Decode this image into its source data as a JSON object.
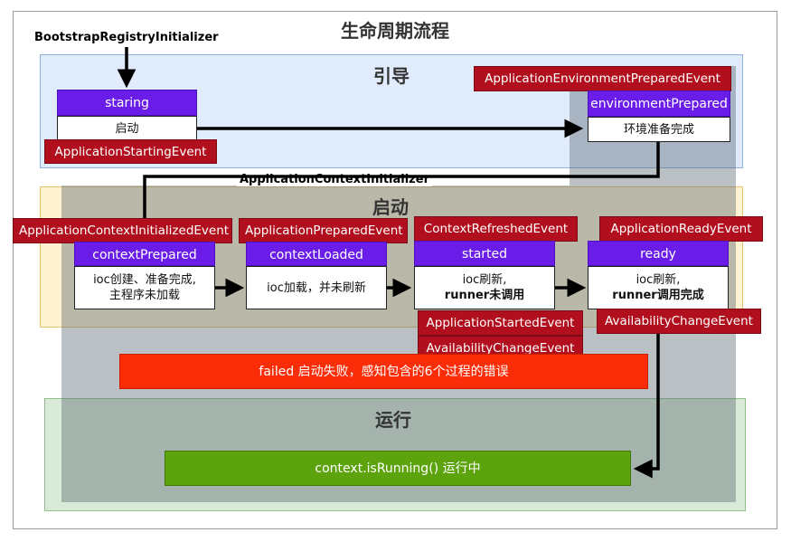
{
  "title": "生命周期流程",
  "labels": {
    "bootstrap_initializer": "BootstrapRegistryInitializer",
    "context_initializer": "ApplicationContextInitializer"
  },
  "sections": {
    "bootstrap": "引导",
    "startup": "启动",
    "run": "运行"
  },
  "stages": {
    "staring": {
      "header": "staring",
      "body": "启动"
    },
    "environment": {
      "header": "environmentPrepared",
      "body": "环境准备完成"
    },
    "context_prepared": {
      "header": "contextPrepared",
      "body_line1": "ioc创建、准备完成,",
      "body_line2": "主程序未加载"
    },
    "context_loaded": {
      "header": "contextLoaded",
      "body": "ioc加载，并未刷新"
    },
    "started": {
      "header": "started",
      "body_line1": "ioc刷新,",
      "body_line2": "runner未调用"
    },
    "ready": {
      "header": "ready",
      "body_line1": "ioc刷新,",
      "body_line2": "runner调用完成"
    }
  },
  "events": {
    "starting": "ApplicationStartingEvent",
    "environment_prepared": "ApplicationEnvironmentPreparedEvent",
    "context_initialized": "ApplicationContextInitializedEvent",
    "prepared": "ApplicationPreparedEvent",
    "context_refreshed": "ContextRefreshedEvent",
    "app_ready": "ApplicationReadyEvent",
    "app_started": "ApplicationStartedEvent",
    "availability_started": "AvailabilityChangeEvent",
    "availability_ready": "AvailabilityChangeEvent"
  },
  "failed": "failed  启动失败，感知包含的6个过程的错误",
  "running": "context.isRunning()  运行中",
  "colors": {
    "purple": "#6a1de8",
    "event_red": "#b10f1d",
    "failed_red": "#fa2d08",
    "running_green": "#5ca30d"
  }
}
